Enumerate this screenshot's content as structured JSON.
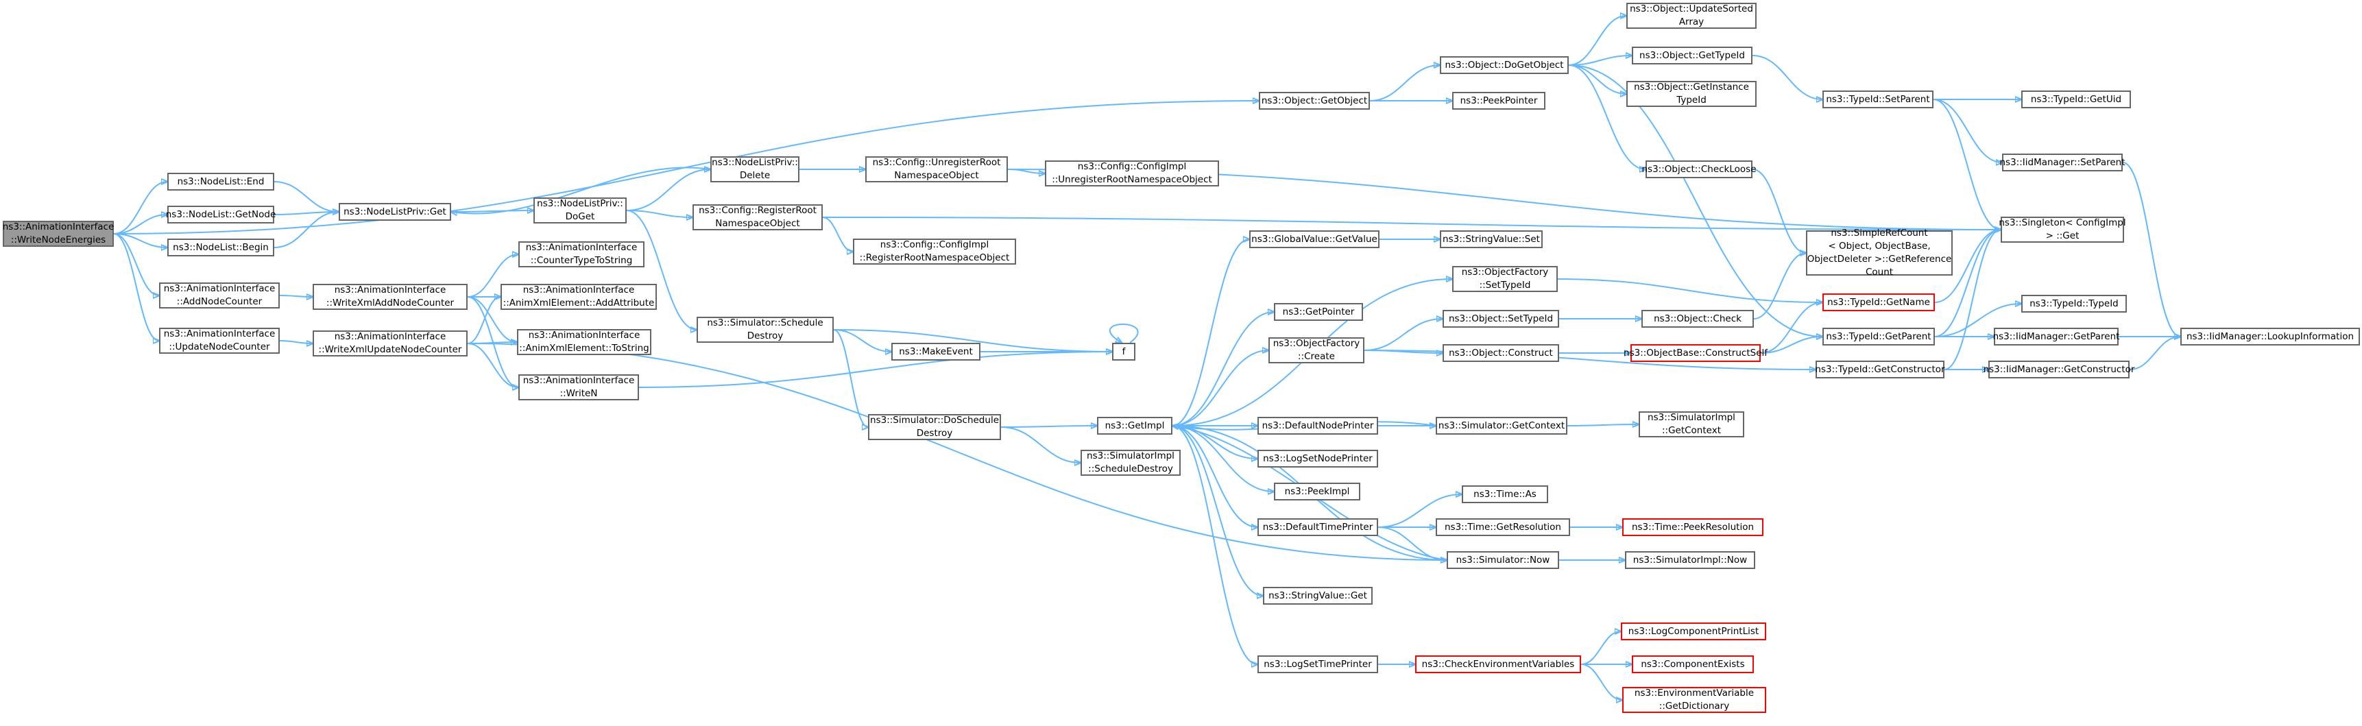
{
  "graph": {
    "nodes": [
      {
        "id": "root",
        "lines": [
          "ns3::AnimationInterface",
          "::WriteNodeEnergies"
        ],
        "variant": "root"
      },
      {
        "id": "nl_end",
        "lines": [
          "ns3::NodeList::End"
        ]
      },
      {
        "id": "nl_getnode",
        "lines": [
          "ns3::NodeList::GetNode"
        ]
      },
      {
        "id": "nl_begin",
        "lines": [
          "ns3::NodeList::Begin"
        ]
      },
      {
        "id": "ai_addnodecounter",
        "lines": [
          "ns3::AnimationInterface",
          "::AddNodeCounter"
        ]
      },
      {
        "id": "ai_updatenodecounter",
        "lines": [
          "ns3::AnimationInterface",
          "::UpdateNodeCounter"
        ]
      },
      {
        "id": "nlp_get",
        "lines": [
          "ns3::NodeListPriv::Get"
        ]
      },
      {
        "id": "ai_wxaddnodecounter",
        "lines": [
          "ns3::AnimationInterface",
          "::WriteXmlAddNodeCounter"
        ]
      },
      {
        "id": "ai_wxupdatenodecounter",
        "lines": [
          "ns3::AnimationInterface",
          "::WriteXmlUpdateNodeCounter"
        ]
      },
      {
        "id": "ai_countertype",
        "lines": [
          "ns3::AnimationInterface",
          "::CounterTypeToString"
        ]
      },
      {
        "id": "ai_addattr",
        "lines": [
          "ns3::AnimationInterface",
          "::AnimXmlElement::AddAttribute"
        ]
      },
      {
        "id": "ai_tostring",
        "lines": [
          "ns3::AnimationInterface",
          "::AnimXmlElement::ToString"
        ]
      },
      {
        "id": "ai_writen",
        "lines": [
          "ns3::AnimationInterface",
          "::WriteN"
        ]
      },
      {
        "id": "nlp_doget",
        "lines": [
          "ns3::NodeListPriv::",
          "DoGet"
        ]
      },
      {
        "id": "nlp_delete",
        "lines": [
          "ns3::NodeListPriv::",
          "Delete"
        ]
      },
      {
        "id": "cfg_unreg",
        "lines": [
          "ns3::Config::UnregisterRoot",
          "NamespaceObject"
        ]
      },
      {
        "id": "cfg_reg",
        "lines": [
          "ns3::Config::RegisterRoot",
          "NamespaceObject"
        ]
      },
      {
        "id": "cfgimpl_unreg",
        "lines": [
          "ns3::Config::ConfigImpl",
          "::UnregisterRootNamespaceObject"
        ]
      },
      {
        "id": "cfgimpl_reg",
        "lines": [
          "ns3::Config::ConfigImpl",
          "::RegisterRootNamespaceObject"
        ]
      },
      {
        "id": "sim_schedule",
        "lines": [
          "ns3::Simulator::Schedule",
          "Destroy"
        ]
      },
      {
        "id": "makeevent",
        "lines": [
          "ns3::MakeEvent"
        ]
      },
      {
        "id": "f",
        "lines": [
          "f"
        ]
      },
      {
        "id": "sim_doschedule",
        "lines": [
          "ns3::Simulator::DoSchedule",
          "Destroy"
        ]
      },
      {
        "id": "simimpl_schedule",
        "lines": [
          "ns3::SimulatorImpl",
          "::ScheduleDestroy"
        ]
      },
      {
        "id": "getimpl",
        "lines": [
          "ns3::GetImpl"
        ]
      },
      {
        "id": "obj_getobject",
        "lines": [
          "ns3::Object::GetObject"
        ]
      },
      {
        "id": "obj_dogetobject",
        "lines": [
          "ns3::Object::DoGetObject"
        ]
      },
      {
        "id": "peekpointer",
        "lines": [
          "ns3::PeekPointer"
        ]
      },
      {
        "id": "obj_updatesorted",
        "lines": [
          "ns3::Object::UpdateSorted",
          "Array"
        ]
      },
      {
        "id": "obj_gettypeid",
        "lines": [
          "ns3::Object::GetTypeId"
        ]
      },
      {
        "id": "obj_getinstance",
        "lines": [
          "ns3::Object::GetInstance",
          "TypeId"
        ]
      },
      {
        "id": "obj_checkloose",
        "lines": [
          "ns3::Object::CheckLoose"
        ]
      },
      {
        "id": "typeid_setparent",
        "lines": [
          "ns3::TypeId::SetParent"
        ]
      },
      {
        "id": "typeid_getuid",
        "lines": [
          "ns3::TypeId::GetUid"
        ]
      },
      {
        "id": "iid_setparent",
        "lines": [
          "ns3::IidManager::SetParent"
        ]
      },
      {
        "id": "singleton_get",
        "lines": [
          "ns3::Singleton< ConfigImpl",
          "> ::Get"
        ]
      },
      {
        "id": "simplerefcount",
        "lines": [
          "ns3::SimpleRefCount",
          "< Object, ObjectBase,",
          "ObjectDeleter >::GetReference",
          "Count"
        ]
      },
      {
        "id": "typeid_getname",
        "lines": [
          "ns3::TypeId::GetName"
        ],
        "variant": "red"
      },
      {
        "id": "typeid_typeid",
        "lines": [
          "ns3::TypeId::TypeId"
        ]
      },
      {
        "id": "typeid_getparent",
        "lines": [
          "ns3::TypeId::GetParent"
        ]
      },
      {
        "id": "iid_getparent",
        "lines": [
          "ns3::IidManager::GetParent"
        ]
      },
      {
        "id": "iid_lookup",
        "lines": [
          "ns3::IidManager::LookupInformation"
        ]
      },
      {
        "id": "typeid_getconstructor",
        "lines": [
          "ns3::TypeId::GetConstructor"
        ]
      },
      {
        "id": "iid_getconstructor",
        "lines": [
          "ns3::IidManager::GetConstructor"
        ]
      },
      {
        "id": "gv_getvalue",
        "lines": [
          "ns3::GlobalValue::GetValue"
        ]
      },
      {
        "id": "sv_set",
        "lines": [
          "ns3::StringValue::Set"
        ]
      },
      {
        "id": "of_settypeid",
        "lines": [
          "ns3::ObjectFactory",
          "::SetTypeId"
        ]
      },
      {
        "id": "getpointer",
        "lines": [
          "ns3::GetPointer"
        ]
      },
      {
        "id": "of_create",
        "lines": [
          "ns3::ObjectFactory",
          "::Create"
        ]
      },
      {
        "id": "obj_settypeid",
        "lines": [
          "ns3::Object::SetTypeId"
        ]
      },
      {
        "id": "obj_check",
        "lines": [
          "ns3::Object::Check"
        ]
      },
      {
        "id": "obj_construct",
        "lines": [
          "ns3::Object::Construct"
        ]
      },
      {
        "id": "ob_constructself",
        "lines": [
          "ns3::ObjectBase::ConstructSelf"
        ],
        "variant": "red"
      },
      {
        "id": "defaultnodeprinter",
        "lines": [
          "ns3::DefaultNodePrinter"
        ]
      },
      {
        "id": "sim_getcontext",
        "lines": [
          "ns3::Simulator::GetContext"
        ]
      },
      {
        "id": "simimpl_getcontext",
        "lines": [
          "ns3::SimulatorImpl",
          "::GetContext"
        ]
      },
      {
        "id": "logsetnodeprinter",
        "lines": [
          "ns3::LogSetNodePrinter"
        ]
      },
      {
        "id": "peekimpl",
        "lines": [
          "ns3::PeekImpl"
        ]
      },
      {
        "id": "time_as",
        "lines": [
          "ns3::Time::As"
        ]
      },
      {
        "id": "defaulttimeprinter",
        "lines": [
          "ns3::DefaultTimePrinter"
        ]
      },
      {
        "id": "time_getres",
        "lines": [
          "ns3::Time::GetResolution"
        ]
      },
      {
        "id": "time_peekres",
        "lines": [
          "ns3::Time::PeekResolution"
        ],
        "variant": "red"
      },
      {
        "id": "sim_now",
        "lines": [
          "ns3::Simulator::Now"
        ]
      },
      {
        "id": "simimpl_now",
        "lines": [
          "ns3::SimulatorImpl::Now"
        ]
      },
      {
        "id": "sv_get",
        "lines": [
          "ns3::StringValue::Get"
        ]
      },
      {
        "id": "logsettimeprinter",
        "lines": [
          "ns3::LogSetTimePrinter"
        ]
      },
      {
        "id": "checkenv",
        "lines": [
          "ns3::CheckEnvironmentVariables"
        ],
        "variant": "red"
      },
      {
        "id": "logcompprint",
        "lines": [
          "ns3::LogComponentPrintList"
        ],
        "variant": "red"
      },
      {
        "id": "compexists",
        "lines": [
          "ns3::ComponentExists"
        ],
        "variant": "red"
      },
      {
        "id": "envvar_getdict",
        "lines": [
          "ns3::EnvironmentVariable",
          "::GetDictionary"
        ],
        "variant": "red"
      }
    ],
    "edges": [
      [
        "root",
        "obj_getobject"
      ],
      [
        "root",
        "nl_end"
      ],
      [
        "root",
        "nl_getnode"
      ],
      [
        "root",
        "nl_begin"
      ],
      [
        "root",
        "ai_addnodecounter"
      ],
      [
        "root",
        "ai_updatenodecounter"
      ],
      [
        "nl_end",
        "nlp_get"
      ],
      [
        "nl_getnode",
        "nlp_get"
      ],
      [
        "nl_begin",
        "nlp_get"
      ],
      [
        "nlp_get",
        "nlp_doget"
      ],
      [
        "nlp_doget",
        "nlp_delete"
      ],
      [
        "nlp_delete",
        "nlp_get"
      ],
      [
        "nlp_delete",
        "cfg_unreg"
      ],
      [
        "nlp_doget",
        "cfg_reg"
      ],
      [
        "nlp_doget",
        "sim_schedule"
      ],
      [
        "cfg_unreg",
        "cfgimpl_unreg"
      ],
      [
        "cfg_unreg",
        "singleton_get"
      ],
      [
        "cfg_reg",
        "cfgimpl_reg"
      ],
      [
        "cfg_reg",
        "singleton_get"
      ],
      [
        "ai_addnodecounter",
        "ai_wxaddnodecounter"
      ],
      [
        "ai_updatenodecounter",
        "ai_wxupdatenodecounter"
      ],
      [
        "ai_wxaddnodecounter",
        "ai_countertype"
      ],
      [
        "ai_wxaddnodecounter",
        "ai_addattr"
      ],
      [
        "ai_wxaddnodecounter",
        "ai_tostring"
      ],
      [
        "ai_wxaddnodecounter",
        "ai_writen"
      ],
      [
        "ai_wxupdatenodecounter",
        "ai_addattr"
      ],
      [
        "ai_wxupdatenodecounter",
        "ai_tostring"
      ],
      [
        "ai_wxupdatenodecounter",
        "ai_writen"
      ],
      [
        "ai_wxupdatenodecounter",
        "sim_now"
      ],
      [
        "ai_writen",
        "f"
      ],
      [
        "sim_schedule",
        "makeevent"
      ],
      [
        "sim_schedule",
        "f"
      ],
      [
        "sim_schedule",
        "sim_doschedule"
      ],
      [
        "makeevent",
        "f"
      ],
      [
        "f",
        "f"
      ],
      [
        "sim_doschedule",
        "getimpl"
      ],
      [
        "sim_doschedule",
        "simimpl_schedule"
      ],
      [
        "getimpl",
        "gv_getvalue"
      ],
      [
        "getimpl",
        "of_settypeid"
      ],
      [
        "getimpl",
        "getpointer"
      ],
      [
        "getimpl",
        "of_create"
      ],
      [
        "getimpl",
        "defaultnodeprinter"
      ],
      [
        "getimpl",
        "sim_getcontext"
      ],
      [
        "getimpl",
        "logsetnodeprinter"
      ],
      [
        "getimpl",
        "peekimpl"
      ],
      [
        "getimpl",
        "defaulttimeprinter"
      ],
      [
        "getimpl",
        "sim_now"
      ],
      [
        "getimpl",
        "sv_get"
      ],
      [
        "getimpl",
        "logsettimeprinter"
      ],
      [
        "obj_getobject",
        "obj_dogetobject"
      ],
      [
        "obj_getobject",
        "peekpointer"
      ],
      [
        "obj_dogetobject",
        "obj_updatesorted"
      ],
      [
        "obj_dogetobject",
        "obj_gettypeid"
      ],
      [
        "obj_dogetobject",
        "obj_getinstance"
      ],
      [
        "obj_dogetobject",
        "obj_checkloose"
      ],
      [
        "obj_dogetobject",
        "typeid_getparent"
      ],
      [
        "obj_gettypeid",
        "typeid_setparent"
      ],
      [
        "typeid_setparent",
        "typeid_getuid"
      ],
      [
        "typeid_setparent",
        "iid_setparent"
      ],
      [
        "typeid_setparent",
        "singleton_get"
      ],
      [
        "iid_setparent",
        "iid_lookup"
      ],
      [
        "obj_checkloose",
        "simplerefcount"
      ],
      [
        "gv_getvalue",
        "sv_set"
      ],
      [
        "of_settypeid",
        "typeid_getname"
      ],
      [
        "typeid_getname",
        "singleton_get"
      ],
      [
        "of_create",
        "obj_settypeid"
      ],
      [
        "of_create",
        "obj_construct"
      ],
      [
        "of_create",
        "typeid_getconstructor"
      ],
      [
        "obj_settypeid",
        "obj_check"
      ],
      [
        "obj_check",
        "simplerefcount"
      ],
      [
        "obj_construct",
        "ob_constructself"
      ],
      [
        "ob_constructself",
        "typeid_getname"
      ],
      [
        "ob_constructself",
        "typeid_getparent"
      ],
      [
        "typeid_getparent",
        "typeid_typeid"
      ],
      [
        "typeid_getparent",
        "iid_getparent"
      ],
      [
        "typeid_getparent",
        "singleton_get"
      ],
      [
        "iid_getparent",
        "iid_lookup"
      ],
      [
        "typeid_getconstructor",
        "iid_getconstructor"
      ],
      [
        "typeid_getconstructor",
        "singleton_get"
      ],
      [
        "iid_getconstructor",
        "iid_lookup"
      ],
      [
        "defaultnodeprinter",
        "sim_getcontext"
      ],
      [
        "sim_getcontext",
        "getimpl"
      ],
      [
        "sim_getcontext",
        "simimpl_getcontext"
      ],
      [
        "defaulttimeprinter",
        "time_as"
      ],
      [
        "defaulttimeprinter",
        "time_getres"
      ],
      [
        "defaulttimeprinter",
        "sim_now"
      ],
      [
        "time_getres",
        "time_peekres"
      ],
      [
        "sim_now",
        "getimpl"
      ],
      [
        "sim_now",
        "simimpl_now"
      ],
      [
        "logsettimeprinter",
        "checkenv"
      ],
      [
        "checkenv",
        "logcompprint"
      ],
      [
        "checkenv",
        "compexists"
      ],
      [
        "checkenv",
        "envvar_getdict"
      ]
    ],
    "colors": {
      "edge": "#63b8ff",
      "border": "#666666",
      "border_red": "#ff0000",
      "root_fill": "#999999",
      "text": "#000000"
    }
  }
}
